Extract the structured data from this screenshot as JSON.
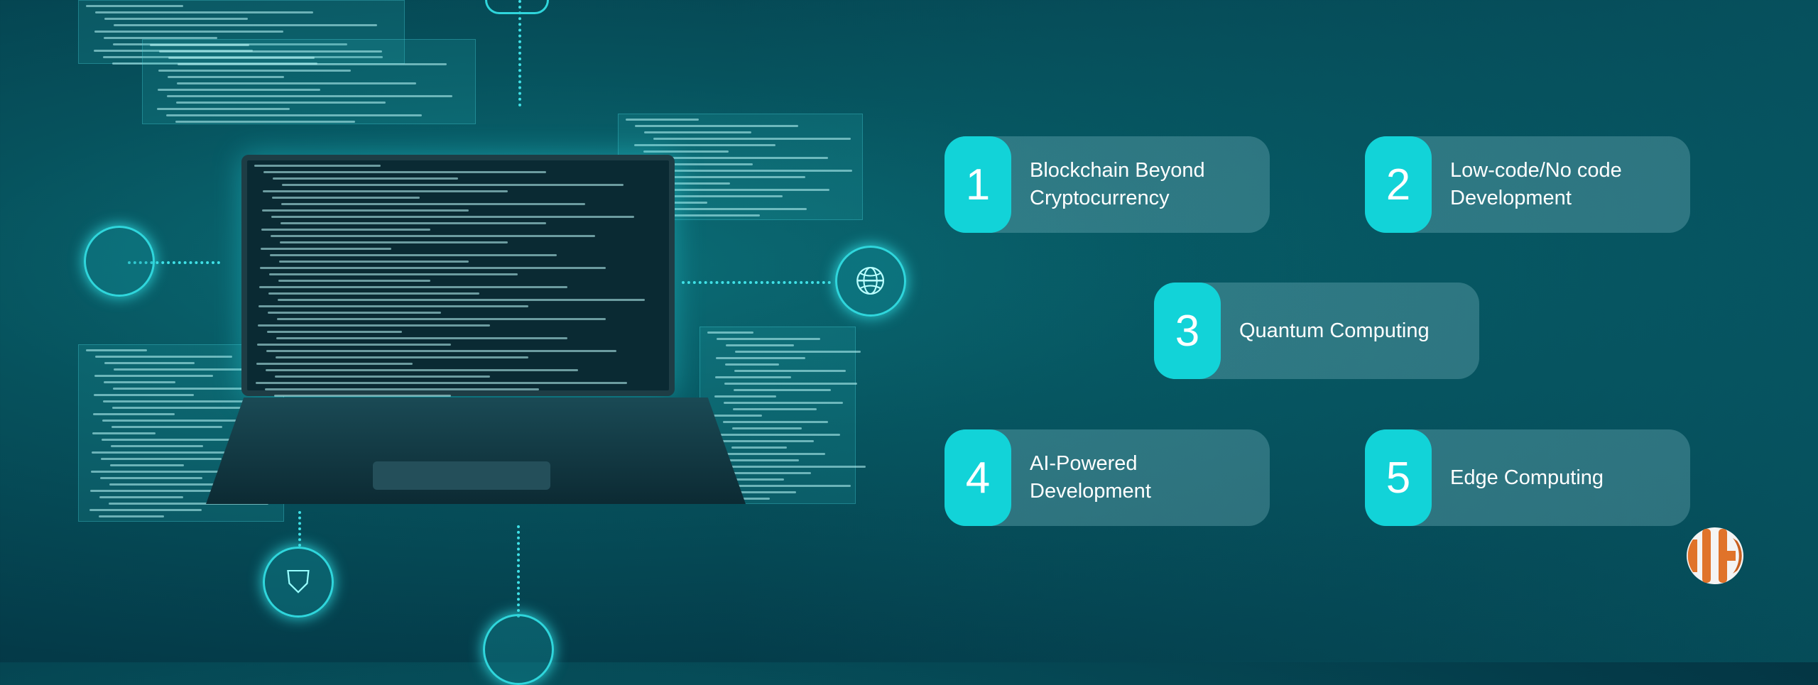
{
  "items": [
    {
      "number": "1",
      "label": "Blockchain Beyond\nCryptocurrency"
    },
    {
      "number": "2",
      "label": "Low-code/No code\nDevelopment"
    },
    {
      "number": "3",
      "label": "Quantum Computing"
    },
    {
      "number": "4",
      "label": "AI-Powered\nDevelopment"
    },
    {
      "number": "5",
      "label": "Edge Computing"
    }
  ],
  "colors": {
    "accent": "#12d3d8",
    "logo": "#e0732a"
  },
  "icons": [
    "globe-icon",
    "shield-icon",
    "lock-icon",
    "laptop-illustration",
    "code-panel"
  ]
}
